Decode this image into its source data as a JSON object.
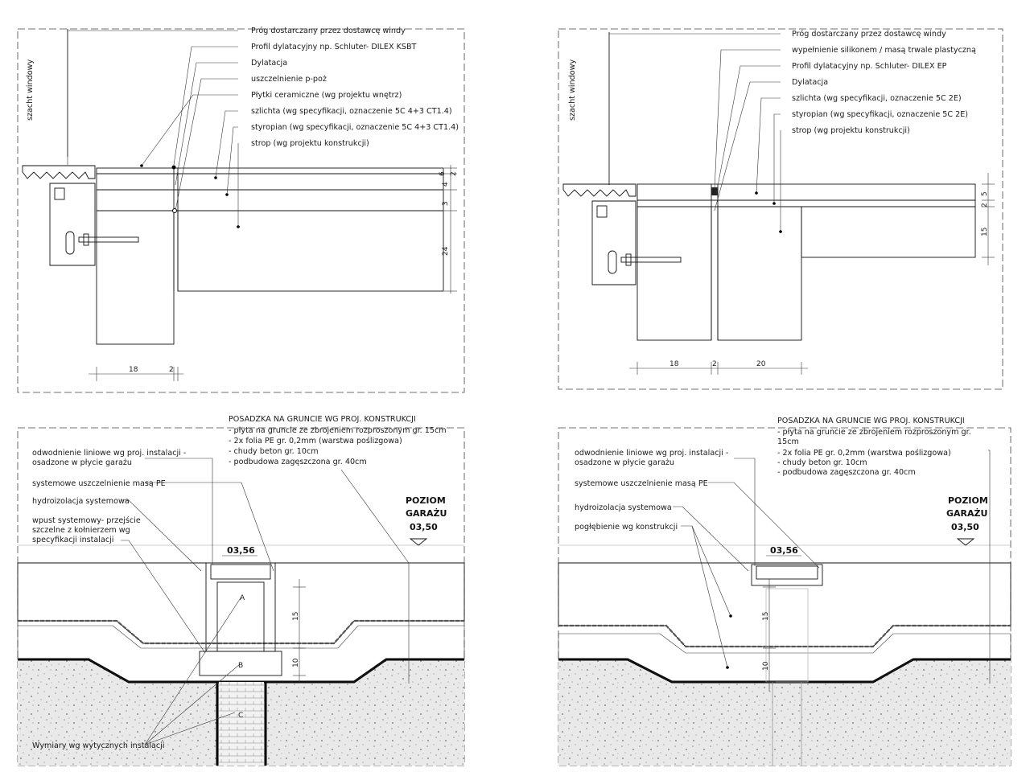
{
  "drawing_1": {
    "shaft_label": "szacht windowy",
    "callouts": [
      "Próg dostarczany przez dostawcę windy",
      "Profil dylatacyjny np. Schluter- DILEX KSBT",
      "Dylatacja",
      "uszczelnienie p-poż",
      "Płytki ceramiczne (wg projektu wnętrz)",
      "szlichta (wg specyfikacji, oznaczenie 5C 4+3 CT1.4)",
      "styropian (wg specyfikacji, oznaczenie 5C 4+3 CT1.4)",
      "strop (wg projektu konstrukcji)"
    ],
    "dims_right": [
      "6",
      "2",
      "4",
      "3",
      "24"
    ],
    "dims_bottom": [
      "18",
      "2"
    ]
  },
  "drawing_2": {
    "shaft_label": "szacht windowy",
    "callouts": [
      "Próg dostarczany przez dostawcę windy",
      "wypełnienie silikonem / masą trwale plastyczną",
      "Profil dylatacyjny np. Schluter- DILEX EP",
      "Dylatacja",
      "szlichta (wg specyfikacji, oznaczenie 5C 2E)",
      "styropian (wg specyfikacji, oznaczenie 5C 2E)",
      "strop (wg projektu konstrukcji)"
    ],
    "dims_right": [
      "2",
      "5",
      "15"
    ],
    "dims_bottom": [
      "18",
      "2",
      "20"
    ]
  },
  "drawing_3": {
    "heading": "POSADZKA NA GRUNCIE WG PROJ. KONSTRUKCJI",
    "spec_lines": [
      "- płyta na gruncie ze zbrojeniem rozproszonym gr. 15cm",
      "- 2x folia PE gr. 0,2mm (warstwa poślizgowa)",
      "- chudy beton gr. 10cm",
      "- podbudowa zagęszczona gr. 40cm"
    ],
    "callouts": [
      "odwodnienie liniowe wg proj. instalacji -",
      "osadzone w płycie garażu",
      "systemowe uszczelnienie masą PE",
      "hydroizolacja systemowa",
      "wpust systemowy- przejście",
      "szczelne z kołnierzem wg",
      "specyfikacji instalacji"
    ],
    "level_title_1": "POZIOM",
    "level_title_2": "GARAŻU",
    "level_value": "03,50",
    "drain_level": "03,56",
    "dims": [
      "15",
      "10"
    ],
    "markers": [
      "A",
      "B",
      "C"
    ],
    "bottom_note": "Wymiary wg wytycznych instalacji"
  },
  "drawing_4": {
    "heading": "POSADZKA NA GRUNCIE WG PROJ. KONSTRUKCJI",
    "spec_lines": [
      "- płyta na gruncie ze zbrojeniem rozproszonym gr.",
      "15cm",
      "- 2x folia PE gr. 0,2mm (warstwa poślizgowa)",
      "- chudy beton gr. 10cm",
      "- podbudowa zagęszczona gr. 40cm"
    ],
    "callouts": [
      "odwodnienie liniowe wg proj. instalacji -",
      "osadzone w płycie garażu",
      "systemowe uszczelnienie masą PE",
      "hydroizolacja systemowa",
      "pogłębienie wg konstrukcji"
    ],
    "level_title_1": "POZIOM",
    "level_title_2": "GARAŻU",
    "level_value": "03,50",
    "drain_level": "03,56",
    "dims": [
      "15",
      "10"
    ]
  }
}
